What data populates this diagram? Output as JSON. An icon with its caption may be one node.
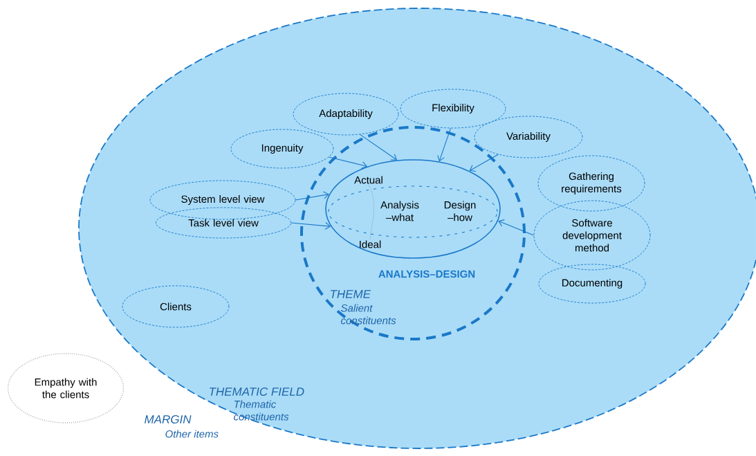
{
  "diagram": {
    "nodes": [
      {
        "text": [
          "THEMATIC FIELD",
          "Thematic constituents"
        ]
      },
      {
        "text": [
          "THEME",
          "Salient constituents"
        ],
        "in": 0
      },
      {
        "text": [
          "Analysis –what",
          "Design –how"
        ],
        "in": 1,
        "beside": [
          "ANALYSIS–DESIGN"
        ]
      },
      {
        "text": [
          "Actual"
        ],
        "in": 2
      },
      {
        "text": [
          "Ideal"
        ],
        "in": 2
      },
      {
        "text": [
          "Ingenuity"
        ],
        "in": 0
      },
      {
        "text": [
          "Adaptability"
        ],
        "in": 0
      },
      {
        "text": [
          "Flexibility"
        ],
        "in": 0
      },
      {
        "text": [
          "Variability"
        ],
        "in": 0
      },
      {
        "text": [
          "System level view"
        ],
        "in": 0
      },
      {
        "text": [
          "Task level view"
        ],
        "in": 0
      },
      {
        "text": [
          "Gathering requirements"
        ],
        "in": 0
      },
      {
        "text": [
          "Software development method"
        ],
        "in": 0
      },
      {
        "text": [
          "Documenting"
        ],
        "in": 0
      },
      {
        "text": [
          "Clients"
        ],
        "in": 0
      },
      {
        "text": [
          "Empathy with the clients"
        ]
      }
    ],
    "edges": [
      {
        "from": 5,
        "to": 2,
        "arrow": "to"
      },
      {
        "from": 6,
        "to": 2,
        "arrow": "to"
      },
      {
        "from": 7,
        "to": 2,
        "arrow": "to"
      },
      {
        "from": 8,
        "to": 2,
        "arrow": "to"
      },
      {
        "from": 9,
        "to": 2,
        "arrow": "to"
      },
      {
        "from": 10,
        "to": 2,
        "arrow": "to"
      },
      {
        "from": 12,
        "to": 2,
        "arrow": "to"
      },
      {
        "from": 3,
        "to": 4,
        "arrow": "none",
        "style": "dashed",
        "color": "#808080"
      }
    ],
    "labels": [
      "MARGIN",
      "Other items"
    ]
  }
}
